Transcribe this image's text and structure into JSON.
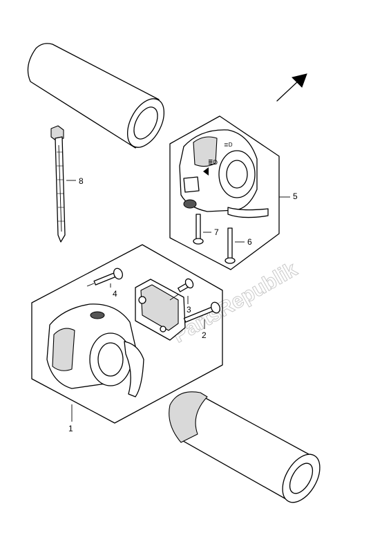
{
  "diagram": {
    "callouts": [
      {
        "id": "1",
        "label": "1"
      },
      {
        "id": "2",
        "label": "2"
      },
      {
        "id": "3",
        "label": "3"
      },
      {
        "id": "4",
        "label": "4"
      },
      {
        "id": "5",
        "label": "5"
      },
      {
        "id": "6",
        "label": "6"
      },
      {
        "id": "7",
        "label": "7"
      },
      {
        "id": "8",
        "label": "8"
      }
    ],
    "watermark": "PartsRepublik",
    "switch_markings": {
      "headlight_symbol": "≣D",
      "pass_symbol": "≣D"
    }
  }
}
